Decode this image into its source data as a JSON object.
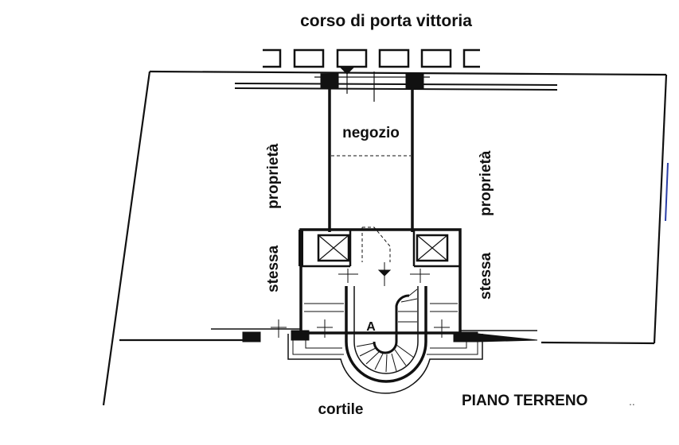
{
  "labels": {
    "street": "corso di porta vittoria",
    "shop": "negozio",
    "left_prop_1": "stessa",
    "left_prop_2": "proprietà",
    "right_prop_1": "stessa",
    "right_prop_2": "proprietà",
    "stair_mark": "A",
    "courtyard": "cortile",
    "plan_title": "PIANO TERRENO"
  },
  "colors": {
    "ink": "#111111",
    "paper": "#ffffff",
    "edge_blue": "#2a3ea8"
  }
}
